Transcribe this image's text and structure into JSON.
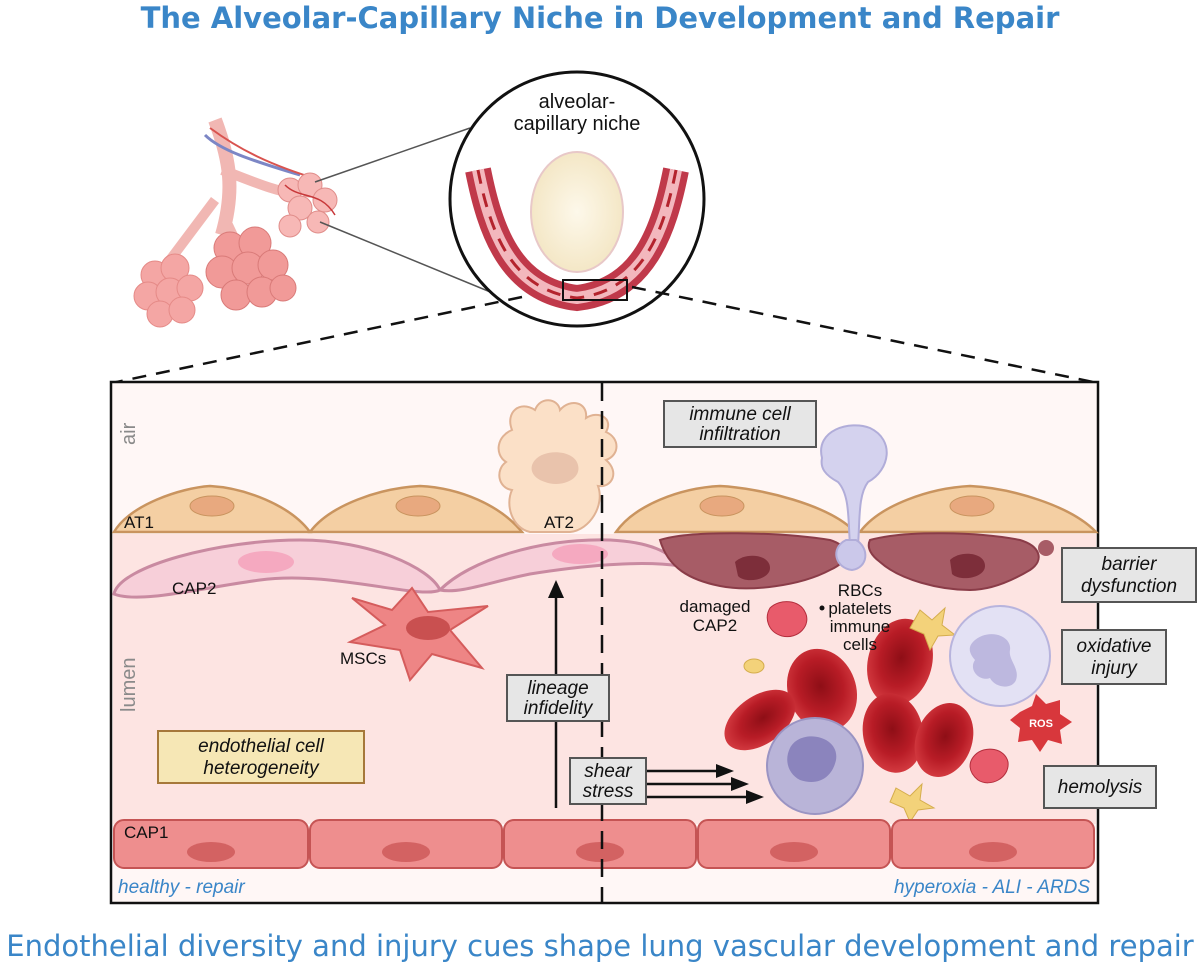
{
  "title": "The Alveolar-Capillary Niche in Development and Repair",
  "caption": "Endothelial diversity and injury cues shape lung vascular development and repair",
  "inset": {
    "line1": "alveolar-",
    "line2": "capillary niche"
  },
  "side_labels": {
    "air": "air",
    "lumen": "lumen"
  },
  "cells": {
    "at1": "AT1",
    "at2": "AT2",
    "cap2": "CAP2",
    "mscs": "MSCs",
    "cap1": "CAP1",
    "damaged_cap2_line1": "damaged",
    "damaged_cap2_line2": "CAP2",
    "rbcs_line1": "RBCs",
    "rbcs_line2": "platelets",
    "rbcs_line3": "immune",
    "rbcs_line4": "cells",
    "ros": "ROS"
  },
  "boxes": {
    "immune_line1": "immune cell",
    "immune_line2": "infiltration",
    "barrier_line1": "barrier",
    "barrier_line2": "dysfunction",
    "oxidative_line1": "oxidative",
    "oxidative_line2": "injury",
    "hemolysis": "hemolysis",
    "lineage_line1": "lineage",
    "lineage_line2": "infidelity",
    "shear_line1": "shear",
    "shear_line2": "stress",
    "hetero_line1": "endothelial cell",
    "hetero_line2": "heterogeneity"
  },
  "footer": {
    "left": "healthy - repair",
    "right": "hyperoxia - ALI - ARDS"
  },
  "colors": {
    "title": "#3a86c8",
    "box_gray": "#e6e6e6",
    "box_tan": "#f6e7b5",
    "lumen": "#fde4e2",
    "at1": "#f4cfa3",
    "cap2": "#f6c9d4",
    "cap1": "#ee8e8e",
    "rbc": "#c9262f"
  }
}
